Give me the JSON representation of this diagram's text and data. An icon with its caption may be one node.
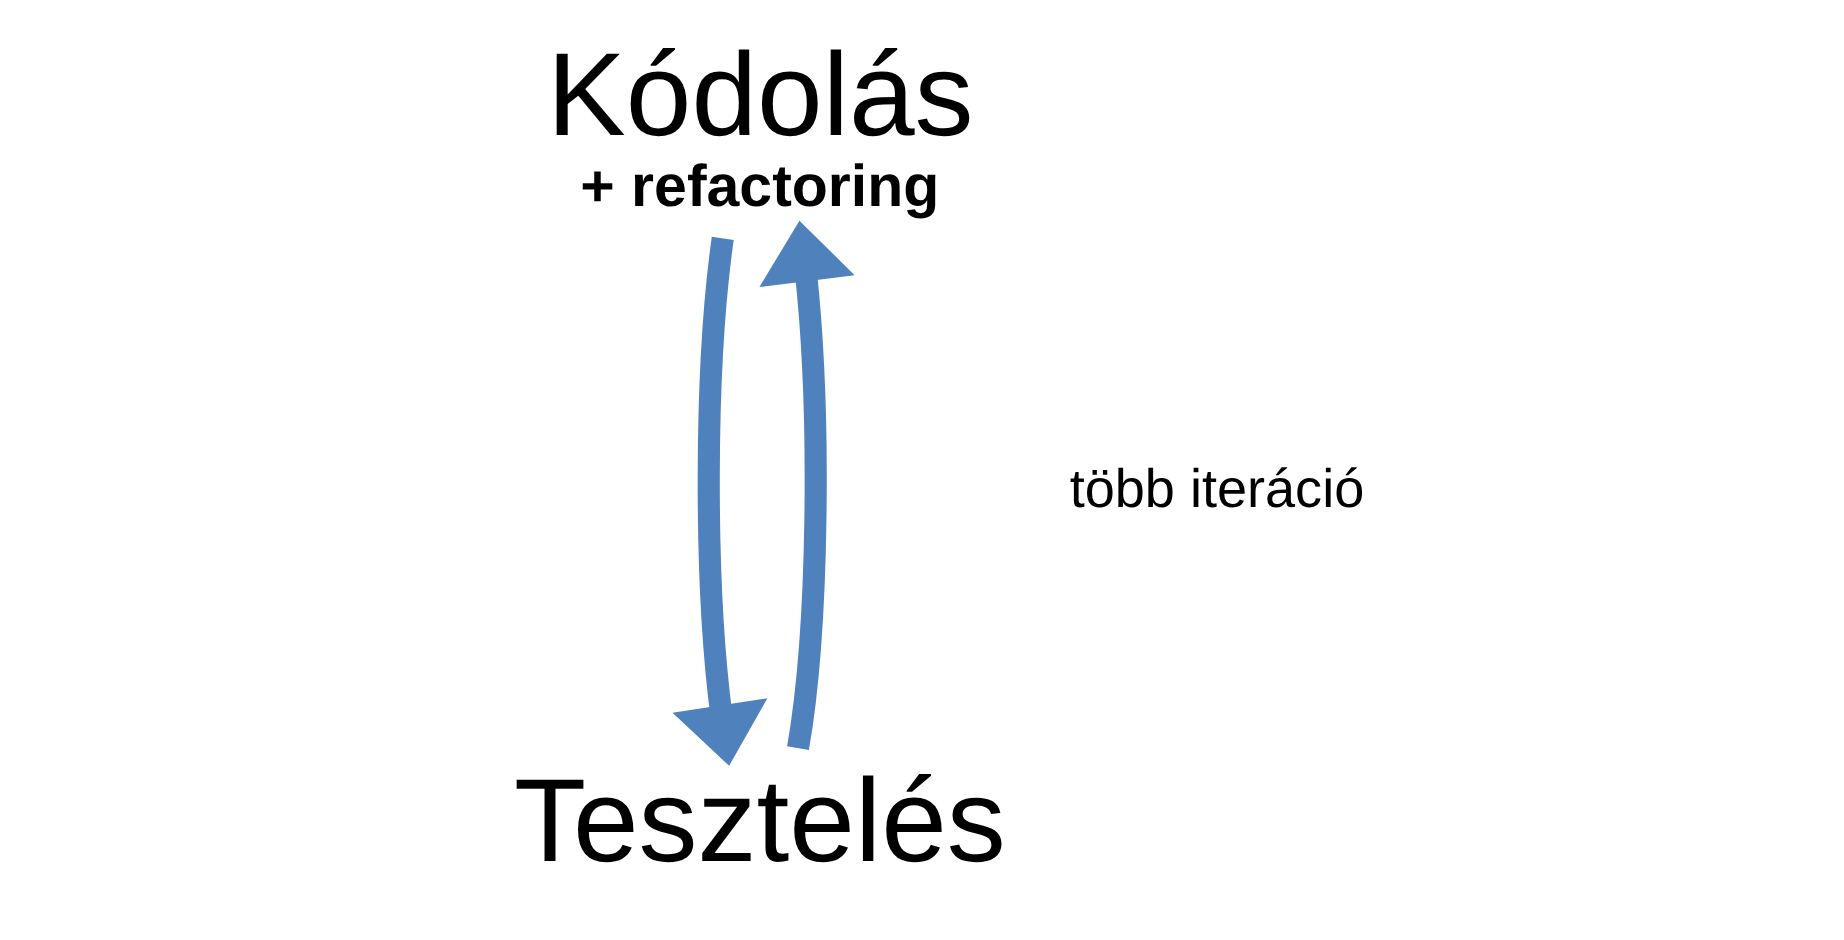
{
  "diagram": {
    "nodes": [
      {
        "text": [
          "Kódolás",
          "+ refactoring"
        ]
      },
      {
        "text": [
          "Tesztelés"
        ]
      }
    ],
    "edges": [
      {
        "from": 0,
        "to": 1,
        "arrow": "to"
      },
      {
        "from": 1,
        "to": 0,
        "arrow": "to"
      }
    ],
    "labels": [
      "több iteráció"
    ]
  }
}
